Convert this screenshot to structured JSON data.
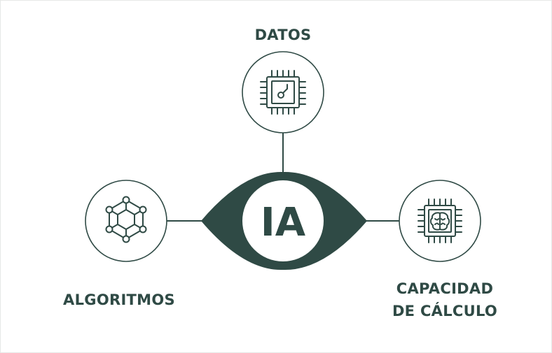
{
  "center": {
    "label": "IA"
  },
  "nodes": {
    "datos": {
      "label": "DATOS",
      "icon": "microchip-icon"
    },
    "algoritmos": {
      "label": "ALGORITMOS",
      "icon": "molecular-network-icon"
    },
    "capacidad": {
      "line1": "CAPACIDAD",
      "line2": "DE CÁLCULO",
      "icon": "brain-chip-icon"
    }
  },
  "colors": {
    "primary": "#2f4a45",
    "background": "#ffffff",
    "circle_stroke": "#2f4a45"
  }
}
